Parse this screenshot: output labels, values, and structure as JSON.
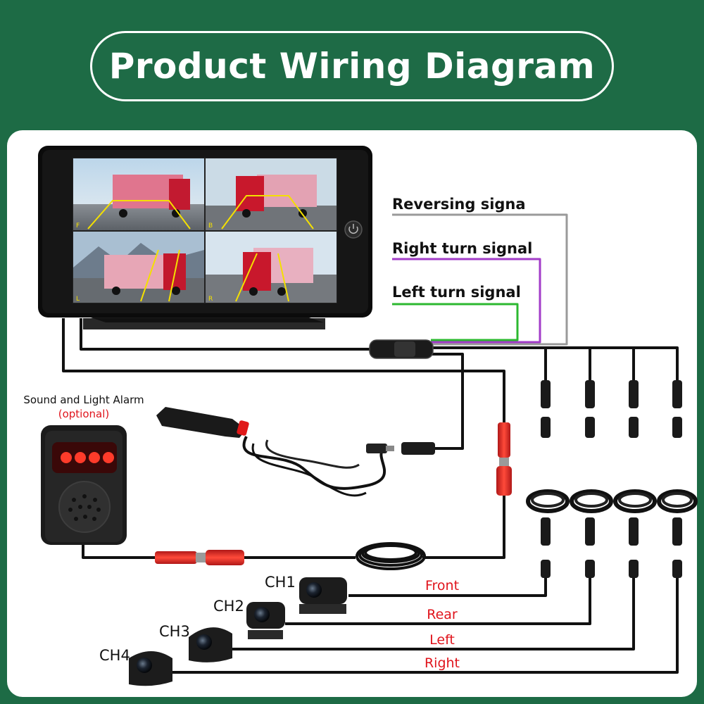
{
  "title": "Product Wiring Diagram",
  "signals": {
    "reversing": "Reversing signa",
    "right_turn": "Right turn signal",
    "left_turn": "Left turn signal"
  },
  "alarm": {
    "name": "Sound and Light Alarm",
    "note": "(optional)"
  },
  "channels": [
    {
      "id": "CH1",
      "position": "Front"
    },
    {
      "id": "CH2",
      "position": "Rear"
    },
    {
      "id": "CH3",
      "position": "Left"
    },
    {
      "id": "CH4",
      "position": "Right"
    }
  ],
  "monitor_quadrant_marks": [
    "F",
    "B",
    "L",
    "R"
  ],
  "colors": {
    "background": "#1d6b45",
    "reversing_wire": "#9a9a9a",
    "right_turn_wire": "#a23cc8",
    "left_turn_wire": "#2cb830",
    "position_text": "#e0141c",
    "cable": "#111111"
  },
  "icons": [
    "monitor-icon",
    "power-button-icon",
    "car-charger-icon",
    "alarm-icon",
    "camera-icon",
    "cable-coil-icon",
    "connector-icon"
  ]
}
